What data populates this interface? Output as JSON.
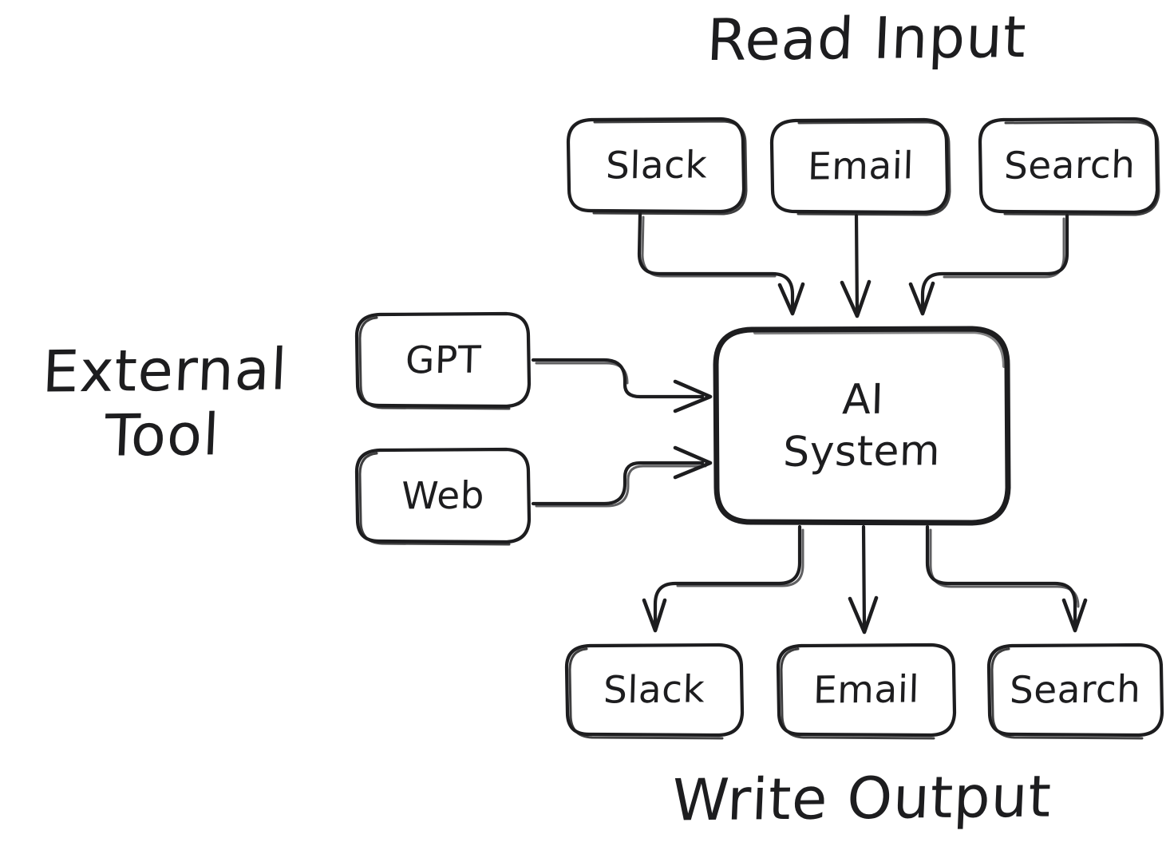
{
  "diagram": {
    "title": "AI System input/output flow",
    "style": "hand-drawn sketch",
    "background_color": "#ffffff",
    "stroke_color": "#1d1d1f"
  },
  "sections": {
    "read_input": {
      "label": "Read Input"
    },
    "write_output": {
      "label": "Write Output"
    },
    "external_tool": {
      "label": "External\nTool"
    }
  },
  "nodes": {
    "center": {
      "label": "AI\nSystem"
    },
    "inputs": [
      {
        "id": "input-slack",
        "label": "Slack"
      },
      {
        "id": "input-email",
        "label": "Email"
      },
      {
        "id": "input-search",
        "label": "Search"
      }
    ],
    "tools": [
      {
        "id": "tool-gpt",
        "label": "GPT"
      },
      {
        "id": "tool-web",
        "label": "Web"
      }
    ],
    "outputs": [
      {
        "id": "output-slack",
        "label": "Slack"
      },
      {
        "id": "output-email",
        "label": "Email"
      },
      {
        "id": "output-search",
        "label": "Search"
      }
    ]
  },
  "edges": [
    {
      "from": "input-slack",
      "to": "center"
    },
    {
      "from": "input-email",
      "to": "center"
    },
    {
      "from": "input-search",
      "to": "center"
    },
    {
      "from": "tool-gpt",
      "to": "center"
    },
    {
      "from": "tool-web",
      "to": "center"
    },
    {
      "from": "center",
      "to": "output-slack"
    },
    {
      "from": "center",
      "to": "output-email"
    },
    {
      "from": "center",
      "to": "output-search"
    }
  ]
}
